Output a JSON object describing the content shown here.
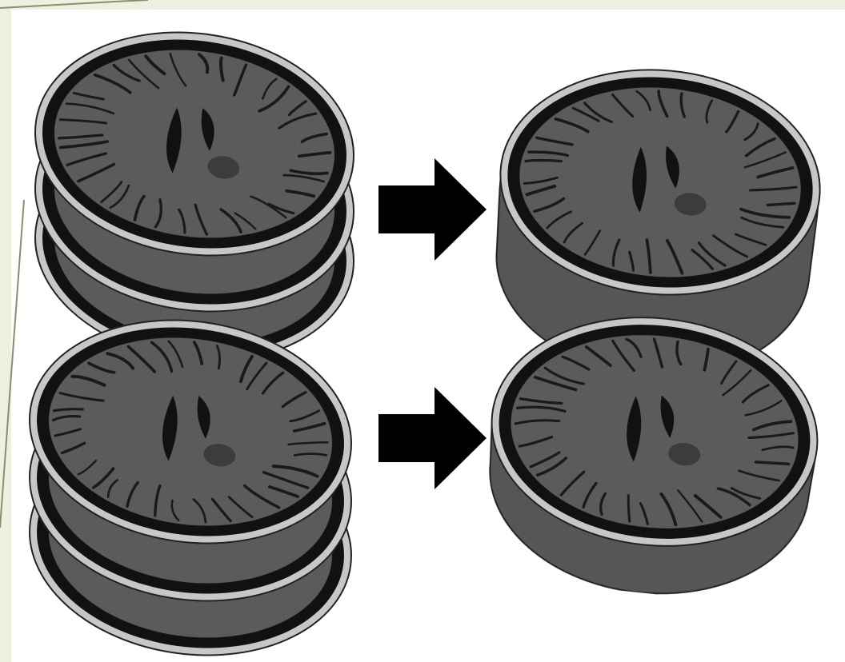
{
  "figure": {
    "background_color": "#ffffff",
    "slide_frame_color": "#eef0df",
    "frame_line_color": "#8c8a72",
    "arrow_color": "#000000",
    "brain_tissue_color": "#5f5f5f",
    "dark_band_color": "#111111",
    "skull_rim_color": "#c7c7c7",
    "side_wall_color": "#5a5a5a"
  },
  "left_panel": {
    "caption": "",
    "groups": [
      {
        "name": "upper-slice-stack",
        "slice_count": 3
      },
      {
        "name": "lower-slice-stack",
        "slice_count": 3
      }
    ]
  },
  "arrows": [
    {
      "name": "upper-arrow",
      "icon": "arrow-right-icon"
    },
    {
      "name": "lower-arrow",
      "icon": "arrow-right-icon"
    }
  ],
  "right_panel": {
    "caption": "",
    "blocks": [
      {
        "name": "upper-volume-block"
      },
      {
        "name": "lower-volume-block"
      }
    ]
  }
}
